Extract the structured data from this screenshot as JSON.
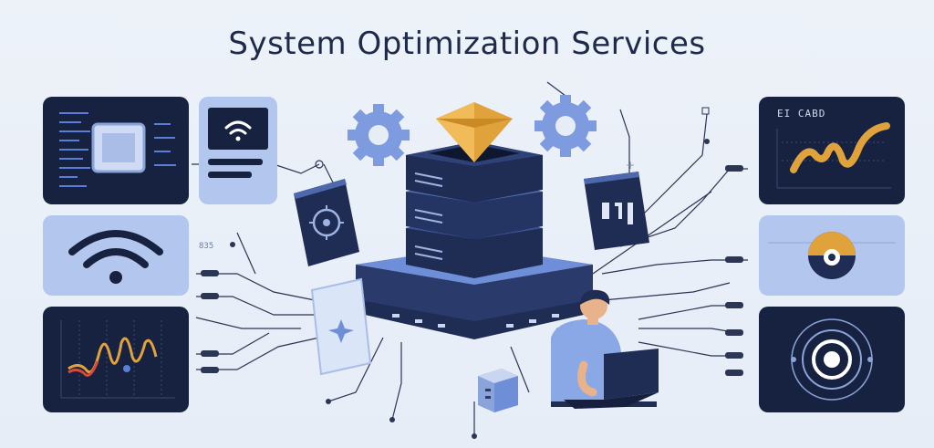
{
  "title": "System Optimization Services",
  "panels": {
    "right_top_label": "EI CABD",
    "left_small_label": "835"
  },
  "colors": {
    "dark_panel": "#172240",
    "light_panel": "#b3c7ee",
    "accent_orange": "#e0a33c",
    "accent_blue": "#5b7fd6",
    "server_dark": "#1f2d55"
  },
  "icons": [
    "wifi-icon",
    "chip-icon",
    "gear-icon",
    "gem-icon",
    "server-stack-icon",
    "waveform-icon",
    "gauge-icon",
    "target-icon",
    "person-icon",
    "laptop-icon",
    "cube-icon"
  ]
}
